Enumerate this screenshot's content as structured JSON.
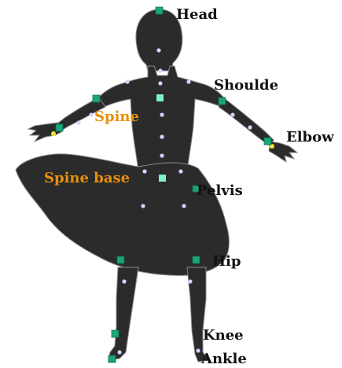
{
  "colors": {
    "silhouette": "#2b2b2b",
    "joint_marker": "#1aa57a",
    "joint_highlight": "#7ff0c8",
    "sample_dot": "#cfd6ff",
    "hand_dot": "#f2e23a",
    "label_dark": "#111111",
    "label_orange": "#e8900a"
  },
  "labels": {
    "head": "Head",
    "shoulder": "Shoulde",
    "spine": "Spine",
    "elbow": "Elbow",
    "spine_base": "Spine base",
    "pelvis": "Pelvis",
    "hip": "Hip",
    "knee": "Knee",
    "ankle": "Ankle"
  }
}
